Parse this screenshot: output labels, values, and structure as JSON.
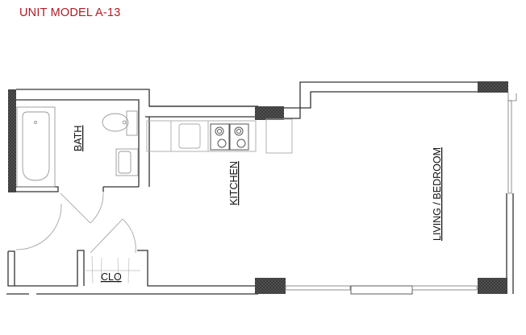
{
  "title": "UNIT MODEL A-13",
  "title_color": "#b01c24",
  "rooms": [
    {
      "id": "bath",
      "label": "BATH"
    },
    {
      "id": "kitchen",
      "label": "KITCHEN"
    },
    {
      "id": "living",
      "label": "LIVING / BEDROOM"
    },
    {
      "id": "closet",
      "label": "CLO"
    }
  ],
  "fixtures": [
    "bathtub",
    "toilet",
    "bathroom-sink",
    "kitchen-sink",
    "cooktop-left",
    "cooktop-right",
    "refrigerator"
  ],
  "colors": {
    "wall": "#333333",
    "column": "#3a3a3a",
    "fixture": "#9a9a9a"
  }
}
